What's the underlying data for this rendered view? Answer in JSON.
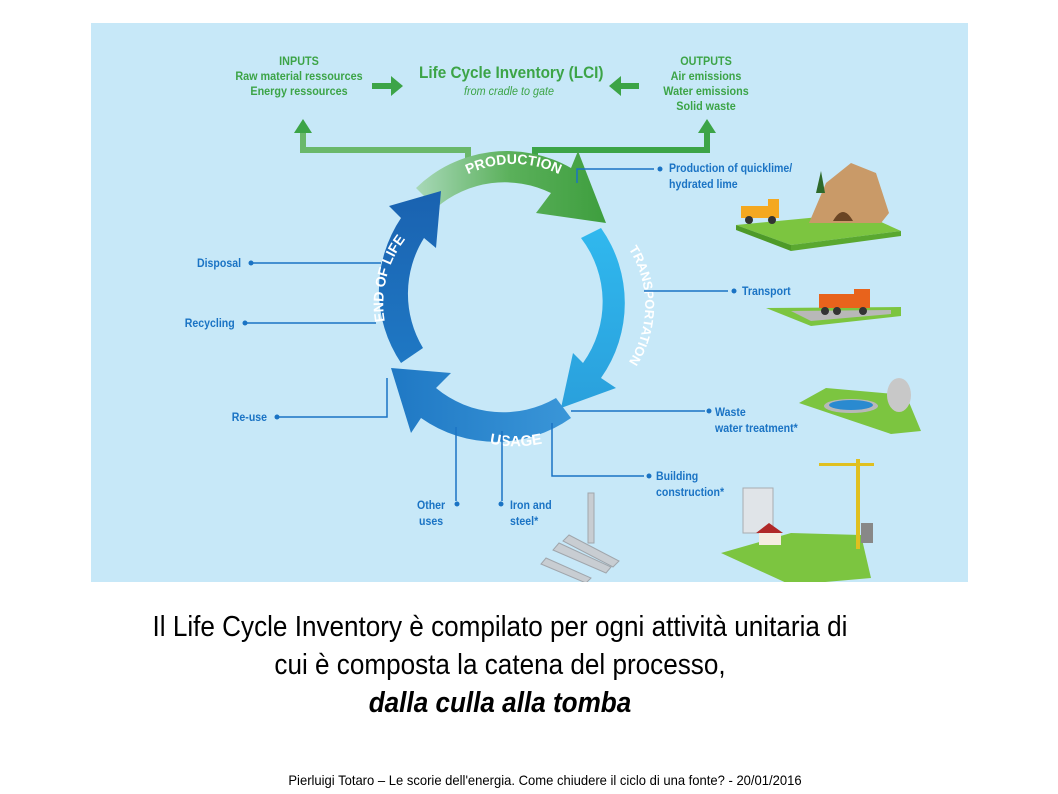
{
  "diagram": {
    "header": {
      "inputs_title": "INPUTS",
      "inputs_items": [
        "Raw material ressources",
        "Energy ressources"
      ],
      "center_title": "Life Cycle Inventory (LCI)",
      "center_subtitle": "from cradle to gate",
      "outputs_title": "OUTPUTS",
      "outputs_items": [
        "Air emissions",
        "Water emissions",
        "Solid waste"
      ]
    },
    "cycle_stages": [
      {
        "label": "PRODUCTION",
        "color": "#4aa84a"
      },
      {
        "label": "TRANSPORTATION",
        "color": "#2ab0e8"
      },
      {
        "label": "USAGE",
        "color": "#2a87d0"
      },
      {
        "label": "END OF LIFE",
        "color": "#1c6cb8"
      }
    ],
    "right_labels": {
      "production": [
        "Production of quicklime/",
        "hydrated lime"
      ],
      "transport": "Transport",
      "waste_water": [
        "Waste",
        "water treatment*"
      ],
      "building": [
        "Building",
        "construction*"
      ]
    },
    "bottom_labels": {
      "other_uses": [
        "Other",
        "uses"
      ],
      "iron_steel": [
        "Iron and",
        "steel*"
      ]
    },
    "left_labels": {
      "disposal": "Disposal",
      "recycling": "Recycling",
      "reuse": "Re-use"
    },
    "colors": {
      "background": "#c7e8f8",
      "green": "#3ca447",
      "blue_text": "#1a73c4"
    }
  },
  "caption": {
    "line1": "Il Life Cycle Inventory è compilato per ogni attività unitaria di",
    "line2": "cui è composta la catena del processo,",
    "line3": "dalla culla alla tomba"
  },
  "footer": "Pierluigi Totaro – Le scorie dell'energia. Come chiudere il ciclo di una fonte? - 20/01/2016"
}
